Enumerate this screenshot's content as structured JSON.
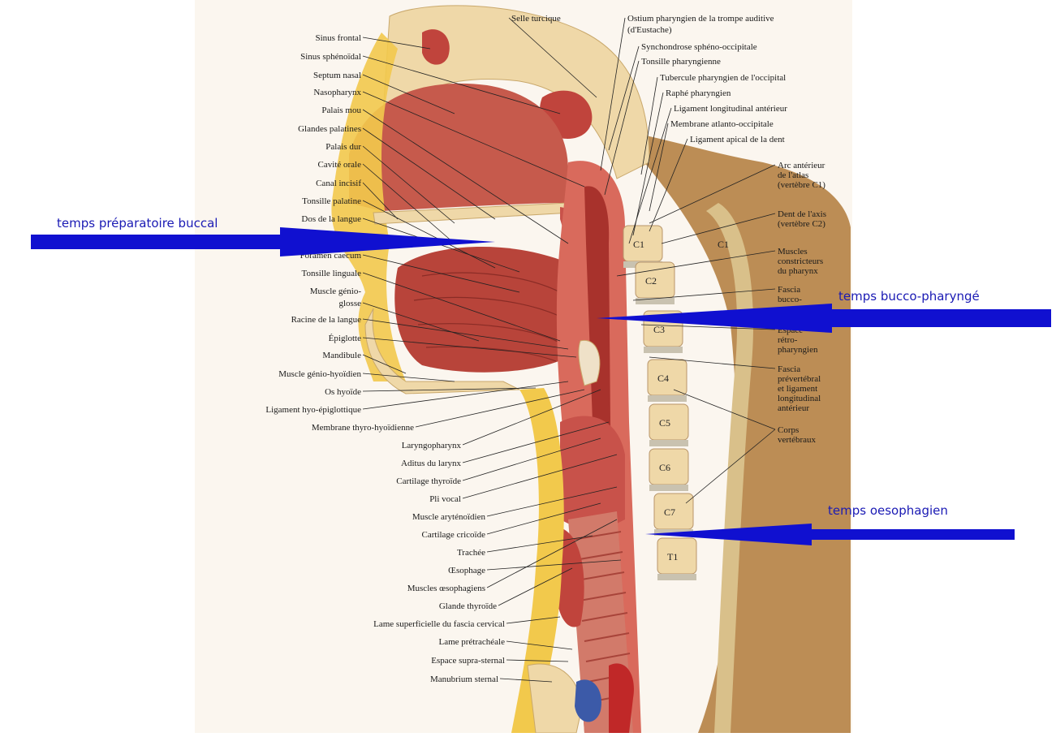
{
  "colors": {
    "arrow": "#1010d0",
    "phase_text": "#1a1ab4",
    "muscle": "#b8443a",
    "mucosa": "#d96a5c",
    "bone": "#efd8a8",
    "skin_fat": "#f2c94c",
    "posterior_tissue": "#b07a3a"
  },
  "phases": {
    "buccal": "temps préparatoire buccal",
    "pharyngeal": "temps bucco-pharyngé",
    "esophageal": "temps oesophagien"
  },
  "vertebrae": [
    "C1",
    "C2",
    "C3",
    "C4",
    "C5",
    "C6",
    "C7",
    "T1"
  ],
  "labels": {
    "left": [
      "Sinus frontal",
      "Sinus sphénoïdal",
      "Septum nasal",
      "Nasopharynx",
      "Palais mou",
      "Glandes palatines",
      "Palais dur",
      "Cavité orale",
      "Canal incisif",
      "Tonsille palatine",
      "Dos de la langue",
      "Foramen caecum",
      "Tonsille linguale",
      "Muscle génio-",
      "glosse",
      "Racine de la langue",
      "Épiglotte",
      "Mandibule",
      "Muscle génio-hyoïdien",
      "Os hyoïde",
      "Ligament hyo-épiglottique"
    ],
    "lower_left": [
      "Membrane thyro-hyoïdienne",
      "Laryngopharynx",
      "Aditus du larynx",
      "Cartilage thyroïde",
      "Pli vocal",
      "Muscle aryténoïdien",
      "Cartilage cricoïde",
      "Trachée",
      "Œsophage",
      "Muscles œsophagiens",
      "Glande thyroïde",
      "Lame superficielle du fascia cervical",
      "Lame prétrachéale",
      "Espace supra-sternal",
      "Manubrium sternal"
    ],
    "top": {
      "selle": "Selle turcique",
      "ostium_1": "Ostium pharyngien de la trompe auditive",
      "ostium_2": "(d'Eustache)"
    },
    "right": [
      "Synchondrose sphéno-occipitale",
      "Tonsille pharyngienne",
      "Tubercule pharyngien de l'occipital",
      "Raphé pharyngien",
      "Ligament longitudinal antérieur",
      "Membrane atlanto-occipitale",
      "Ligament apical de la dent"
    ],
    "right_lower": [
      "Arc antérieur",
      "de l'atlas",
      "(vertèbre C1)",
      "Dent de l'axis",
      "(vertèbre C2)",
      "Muscles",
      "constricteurs",
      "du pharynx",
      "Fascia",
      "bucco-",
      "Espace",
      "rétro-",
      "pharyngien",
      "Fascia",
      "prévertébral",
      "et ligament",
      "longitudinal",
      "antérieur",
      "Corps",
      "vertébraux"
    ]
  }
}
